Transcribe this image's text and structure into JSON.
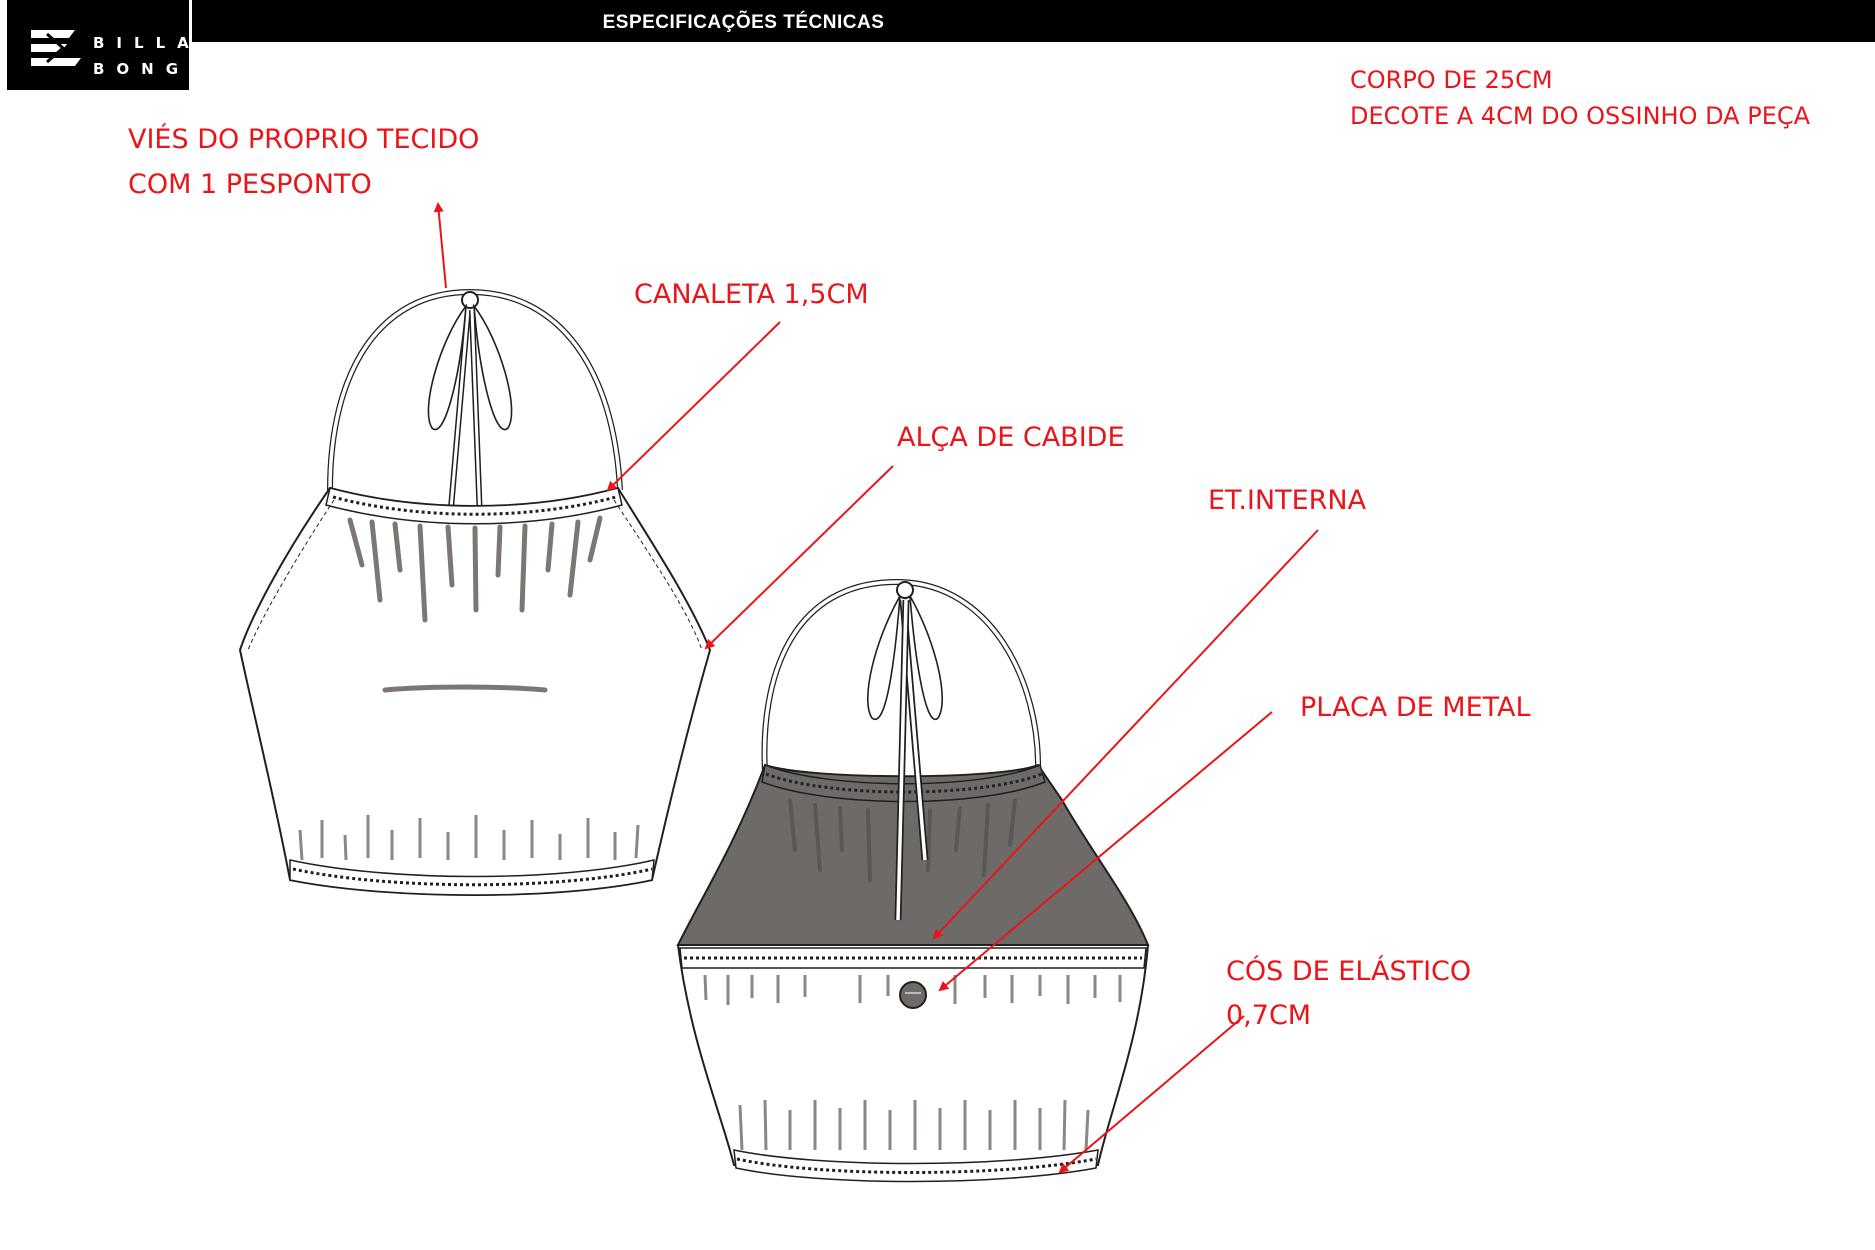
{
  "brand": {
    "logo_line1": "BILLA",
    "logo_line2": "BONG"
  },
  "header": {
    "title": "ESPECIFICAÇÕES TÉCNICAS"
  },
  "specs": {
    "line1": "CORPO DE 25CM",
    "line2": "DECOTE A 4CM DO OSSINHO DA PEÇA"
  },
  "callouts": {
    "vies_line1": "VIÉS DO PROPRIO TECIDO",
    "vies_line2": "COM 1 PESPONTO",
    "canaleta": "CANALETA 1,5CM",
    "alca": "ALÇA DE CABIDE",
    "etiqueta": "ET.INTERNA",
    "placa": "PLACA DE METAL",
    "cos_line1": "CÓS DE ELÁSTICO",
    "cos_line2": "0,7CM"
  },
  "colors": {
    "annotation": "#e8151b",
    "garment_fill": "#6d6a68",
    "line": "#231f20"
  }
}
